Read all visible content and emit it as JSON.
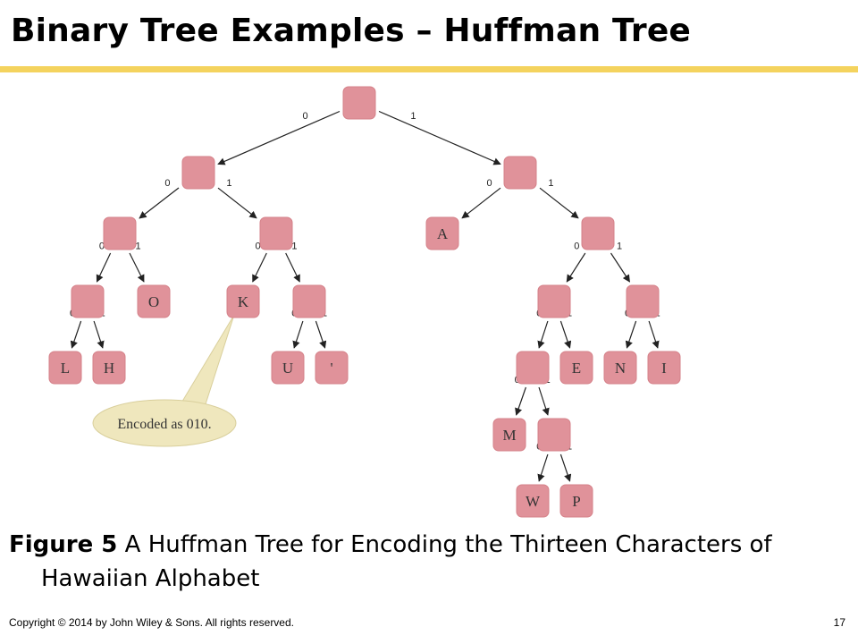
{
  "slide": {
    "title": "Binary Tree Examples – Huffman Tree",
    "caption_figure": "Figure 5",
    "caption_text": " A Huffman Tree for Encoding the Thirteen Characters of Hawaiian Alphabet",
    "footer_copyright": "Copyright © 2014 by John Wiley & Sons.  All rights reserved.",
    "page_number": "17"
  },
  "colors": {
    "node_fill": "#e0929a",
    "node_stroke": "#d58189",
    "callout_fill": "#efe7bd",
    "title_rule": "#f4d35e"
  },
  "tree": {
    "callout_text": "Encoded as 010.",
    "nodes": [
      {
        "id": "root",
        "label": ""
      },
      {
        "id": "n0",
        "label": ""
      },
      {
        "id": "n1",
        "label": ""
      },
      {
        "id": "n00",
        "label": ""
      },
      {
        "id": "n01",
        "label": ""
      },
      {
        "id": "n10",
        "label": "A"
      },
      {
        "id": "n11",
        "label": ""
      },
      {
        "id": "n000",
        "label": ""
      },
      {
        "id": "n001",
        "label": "O"
      },
      {
        "id": "n010",
        "label": "K"
      },
      {
        "id": "n011",
        "label": ""
      },
      {
        "id": "n110",
        "label": ""
      },
      {
        "id": "n111",
        "label": ""
      },
      {
        "id": "n0000",
        "label": "L"
      },
      {
        "id": "n0001",
        "label": "H"
      },
      {
        "id": "n0110",
        "label": "U"
      },
      {
        "id": "n0111",
        "label": "'"
      },
      {
        "id": "n1100",
        "label": ""
      },
      {
        "id": "n1101",
        "label": "E"
      },
      {
        "id": "n1110",
        "label": "N"
      },
      {
        "id": "n1111",
        "label": "I"
      },
      {
        "id": "n11000",
        "label": "M"
      },
      {
        "id": "n11001",
        "label": ""
      },
      {
        "id": "n110010",
        "label": "W"
      },
      {
        "id": "n110011",
        "label": "P"
      }
    ],
    "edges": [
      {
        "from": "root",
        "to": "n0",
        "bit": "0"
      },
      {
        "from": "root",
        "to": "n1",
        "bit": "1"
      },
      {
        "from": "n0",
        "to": "n00",
        "bit": "0"
      },
      {
        "from": "n0",
        "to": "n01",
        "bit": "1"
      },
      {
        "from": "n1",
        "to": "n10",
        "bit": "0"
      },
      {
        "from": "n1",
        "to": "n11",
        "bit": "1"
      },
      {
        "from": "n00",
        "to": "n000",
        "bit": "0"
      },
      {
        "from": "n00",
        "to": "n001",
        "bit": "1"
      },
      {
        "from": "n01",
        "to": "n010",
        "bit": "0"
      },
      {
        "from": "n01",
        "to": "n011",
        "bit": "1"
      },
      {
        "from": "n11",
        "to": "n110",
        "bit": "0"
      },
      {
        "from": "n11",
        "to": "n111",
        "bit": "1"
      },
      {
        "from": "n000",
        "to": "n0000",
        "bit": "0"
      },
      {
        "from": "n000",
        "to": "n0001",
        "bit": "1"
      },
      {
        "from": "n011",
        "to": "n0110",
        "bit": "0"
      },
      {
        "from": "n011",
        "to": "n0111",
        "bit": "1"
      },
      {
        "from": "n110",
        "to": "n1100",
        "bit": "0"
      },
      {
        "from": "n110",
        "to": "n1101",
        "bit": "1"
      },
      {
        "from": "n111",
        "to": "n1110",
        "bit": "0"
      },
      {
        "from": "n111",
        "to": "n1111",
        "bit": "1"
      },
      {
        "from": "n1100",
        "to": "n11000",
        "bit": "0"
      },
      {
        "from": "n1100",
        "to": "n11001",
        "bit": "1"
      },
      {
        "from": "n11001",
        "to": "n110010",
        "bit": "0"
      },
      {
        "from": "n11001",
        "to": "n110011",
        "bit": "1"
      }
    ]
  }
}
